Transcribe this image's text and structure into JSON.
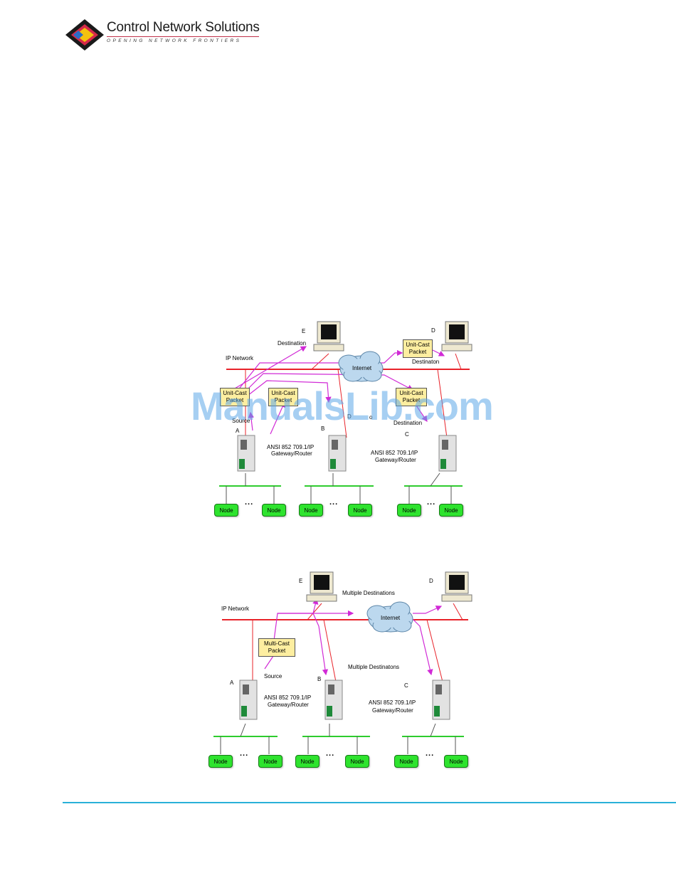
{
  "header": {
    "company_name": "Control Network Solutions",
    "tagline": "OPENING NETWORK FRONTIERS"
  },
  "watermark": "ManualsLib.com",
  "diagram1": {
    "labels": {
      "ip_network": "IP Network",
      "internet": "Internet",
      "e_letter": "E",
      "e_dest": "Destination",
      "d_letter": "D",
      "d_dest": "Destinaton",
      "a_letter": "A",
      "source": "Source",
      "b_letter": "B",
      "d2_letter": "D",
      "o_mark": "o",
      "c_letter": "C",
      "c_dest": "Destination",
      "gw_a_1": "ANSI 852 709.1/IP",
      "gw_a_2": "Gateway/Router",
      "gw_c_1": "ANSI 852 709.1/IP",
      "gw_c_2": "Gateway/Router"
    },
    "packets": [
      "Unit-Cast Packet",
      "Unit-Cast Packet",
      "Unit-Cast Packet",
      "Unit-Cast Packet"
    ],
    "nodes": [
      "Node",
      "Node",
      "Node",
      "Node",
      "Node",
      "Node"
    ],
    "ellipsis": "..."
  },
  "diagram2": {
    "labels": {
      "ip_network": "IP Network",
      "internet": "Internet",
      "e_letter": "E",
      "d_letter": "D",
      "multi_dest_top": "Multiple Destinations",
      "multi_dest_mid": "Multiple Destinatons",
      "a_letter": "A",
      "source": "Source",
      "b_letter": "B",
      "c_letter": "C",
      "gw_a_1": "ANSI 852 709.1/IP",
      "gw_a_2": "Gateway/Router",
      "gw_c_1": "ANSI 852 709.1/IP",
      "gw_c_2": "Gateway/Router"
    },
    "packet": "Multi-Cast Packet",
    "nodes": [
      "Node",
      "Node",
      "Node",
      "Node",
      "Node",
      "Node"
    ],
    "ellipsis": "..."
  },
  "colors": {
    "ip_line": "#e8232a",
    "node_bus": "#2ecc2e",
    "arrow": "#d12ad6",
    "packet_fill": "#fdeea0",
    "footer_rule": "#29b0d8"
  }
}
